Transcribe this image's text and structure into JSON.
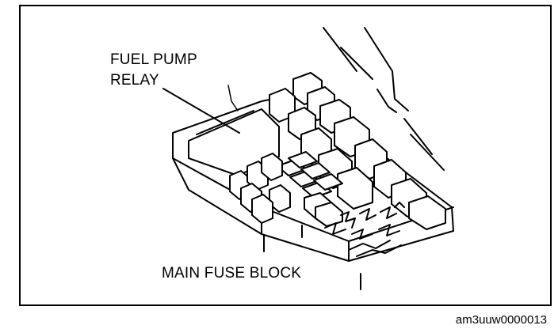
{
  "labels": {
    "fuel_pump_relay_line1": "FUEL PUMP",
    "fuel_pump_relay_line2": "RELAY",
    "main_fuse_block": "MAIN FUSE BLOCK"
  },
  "figure_id": "am3uuw0000013"
}
